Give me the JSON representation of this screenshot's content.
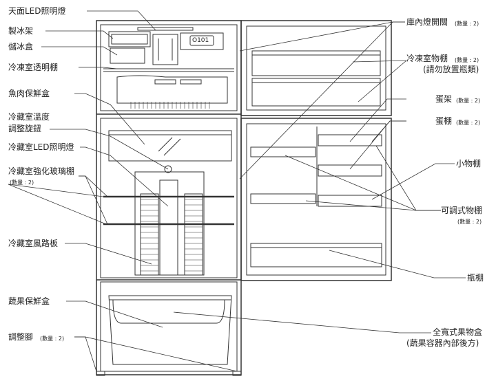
{
  "labels_left": {
    "ceiling_led": "天面LED照明燈",
    "ice_maker": "製冰架",
    "ice_box": "儲冰盒",
    "freezer_shelf": "冷凍室透明棚",
    "meat_fish": "魚肉保鮮盒",
    "temp_knob_1": "冷藏室溫度",
    "temp_knob_2": "調整旋鈕",
    "fridge_led": "冷藏室LED照明燈",
    "glass_shelf": "冷藏室強化玻璃棚",
    "glass_shelf_qty": "(數量 : 2)",
    "air_duct": "冷藏室風路板",
    "crisper": "蔬果保鮮盒",
    "leveling_feet": "調整腳",
    "leveling_feet_qty": "(數量 : 2)"
  },
  "labels_right": {
    "door_switch": "庫內燈開關",
    "door_switch_qty": "(數量 : 2)",
    "freezer_door_shelf": "冷凍室物棚",
    "freezer_door_shelf_qty": "(數量 : 2)",
    "freezer_door_shelf_note": "(請勿放置瓶類)",
    "egg_rack": "蛋架",
    "egg_rack_qty": "(數量 : 2)",
    "egg_shelf": "蛋棚",
    "egg_shelf_qty": "(數量 : 2)",
    "small_shelf": "小物棚",
    "adj_shelf": "可調式物棚",
    "adj_shelf_qty": "(數量 : 2)",
    "bottle_shelf": "瓶棚",
    "fruit_box_1": "全寬式果物盒",
    "fruit_box_2": "(蔬果容器內部後方)"
  },
  "panel_text": {
    "control_display": "O101"
  }
}
